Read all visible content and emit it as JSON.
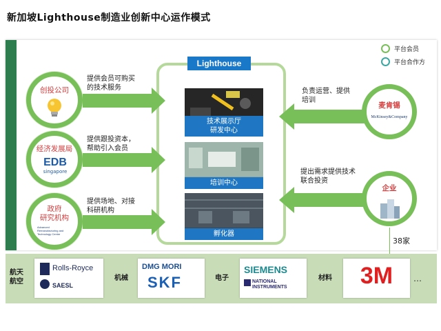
{
  "title": "新加坡Lighthouse制造业创新中心运作模式",
  "legend": [
    {
      "label": "平台会员",
      "color": "#79bf59"
    },
    {
      "label": "平台合作方",
      "color": "#3aa7a3"
    }
  ],
  "hub": {
    "label": "Lighthouse",
    "sections": [
      {
        "label_line1": "技术展示厅",
        "label_line2": "研发中心"
      },
      {
        "label_line1": "培训中心",
        "label_line2": ""
      },
      {
        "label_line1": "孵化器",
        "label_line2": ""
      }
    ]
  },
  "left_members": [
    {
      "name": "创投公司",
      "icon": "lightbulb-icon",
      "desc_line1": "提供会员可购买",
      "desc_line2": "的技术服务"
    },
    {
      "name": "经济发展局",
      "logo": "EDB",
      "logo_sub": "singapore",
      "desc_line1": "提供跟投资本，",
      "desc_line2": "帮助引入会员"
    },
    {
      "name_line1": "政府",
      "name_line2": "研究机构",
      "logo_text_line1": "Advanced",
      "logo_text_line2": "Remanufacturing and",
      "logo_text_line3": "Technology Centre",
      "desc_line1": "提供场地、对接",
      "desc_line2": "科研机构"
    }
  ],
  "right_partners": [
    {
      "name": "麦肯锡",
      "logo": "McKinsey&Company",
      "desc_line1": "负责运营、提供",
      "desc_line2": "培训"
    },
    {
      "name": "企业",
      "icon": "buildings-icon",
      "desc_line1": "提出需求提供技术",
      "desc_line2": "联合投资"
    }
  ],
  "company_count": "38家",
  "industries": [
    {
      "label_line1": "航天",
      "label_line2": "航空",
      "logos": [
        "Rolls-Royce",
        "SAESL"
      ]
    },
    {
      "label_line1": "机械",
      "label_line2": "",
      "logos": [
        "DMG MORI",
        "SKF"
      ]
    },
    {
      "label_line1": "电子",
      "label_line2": "",
      "logos": [
        "SIEMENS",
        "NATIONAL",
        "INSTRUMENTS"
      ]
    },
    {
      "label_line1": "材料",
      "label_line2": "",
      "logos": [
        "3M"
      ]
    }
  ],
  "ellipsis": "…"
}
